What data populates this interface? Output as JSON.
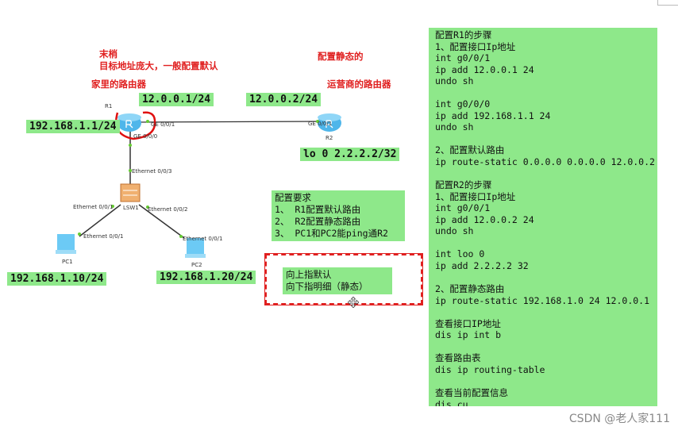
{
  "annotations": {
    "stub_title": "末梢",
    "stub_desc": "目标地址庞大，一般配置默认",
    "home_router": "家里的路由器",
    "config_static": "配置静态的",
    "isp_router": "运营商的路由器"
  },
  "topology": {
    "r1_label": "R1",
    "r2_label": "R2",
    "lsw_label": "LSW1",
    "pc1_label": "PC1",
    "pc2_label": "PC2",
    "r1_g001": "GE 0/0/1",
    "r1_g000": "GE 0/0/0",
    "r2_g001": "GE 0/0/1",
    "lsw_e3": "Ethernet 0/0/3",
    "lsw_e1": "Ethernet 0/0/1",
    "lsw_e2": "Ethernet 0/0/2",
    "pc1_e": "Ethernet 0/0/1",
    "pc2_e": "Ethernet 0/0/1",
    "ip_r1_g1": "12.0.0.1/24",
    "ip_r2_g1": "12.0.0.2/24",
    "ip_r1_g0": "192.168.1.1/24",
    "ip_r2_lo": "lo 0 2.2.2.2/32",
    "ip_pc1": "192.168.1.10/24",
    "ip_pc2": "192.168.1.20/24"
  },
  "requirements": {
    "title": "配置要求",
    "items": [
      "1、 R1配置默认路由",
      "2、 R2配置静态路由",
      "3、 PC1和PC2能ping通R2"
    ]
  },
  "note": {
    "lines": [
      "向上指默认",
      "向下指明细（静态）"
    ]
  },
  "steps": [
    "配置R1的步骤",
    "1、配置接口Ip地址",
    "int g0/0/1",
    "ip add 12.0.0.1 24",
    "undo sh",
    "",
    "int g0/0/0",
    "ip add 192.168.1.1 24",
    "undo sh",
    "",
    "2、配置默认路由",
    "ip route-static 0.0.0.0 0.0.0.0 12.0.0.2",
    "",
    "配置R2的步骤",
    "1、配置接口Ip地址",
    "int g0/0/1",
    "ip add 12.0.0.2 24",
    "undo sh",
    "",
    "int loo 0",
    "ip add 2.2.2.2 32",
    "",
    "2、配置静态路由",
    "ip route-static 192.168.1.0 24 12.0.0.1",
    "",
    "查看接口IP地址",
    "dis ip int b",
    "",
    "查看路由表",
    "dis ip routing-table",
    "",
    "查看当前配置信息",
    "dis cu"
  ],
  "watermark": "CSDN @老人家111",
  "colors": {
    "highlight": "#8ee88a",
    "annotation": "#e02020"
  }
}
